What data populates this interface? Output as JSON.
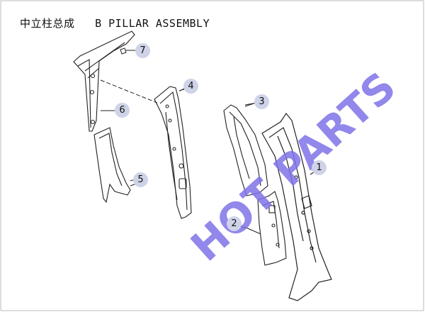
{
  "title": "中立柱总成   B PILLAR ASSEMBLY",
  "watermark": "HOT PARTS",
  "colors": {
    "watermark": "#7f72e6",
    "callout_bg": "#cfd3e8",
    "line": "#222222"
  },
  "callouts": [
    {
      "id": "1",
      "label": "1"
    },
    {
      "id": "2",
      "label": "2"
    },
    {
      "id": "3",
      "label": "3"
    },
    {
      "id": "4",
      "label": "4"
    },
    {
      "id": "5",
      "label": "5"
    },
    {
      "id": "6",
      "label": "6"
    },
    {
      "id": "7",
      "label": "7"
    }
  ]
}
